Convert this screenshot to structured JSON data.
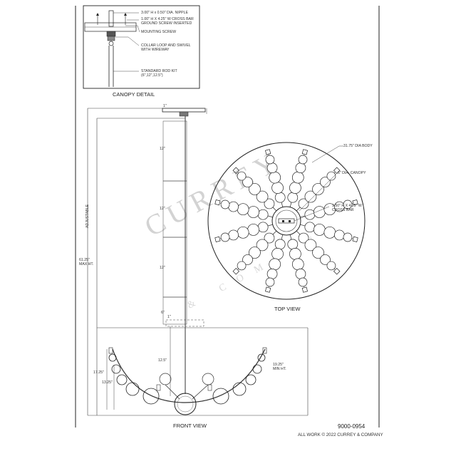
{
  "canopy_detail": {
    "title": "CANOPY DETAIL",
    "callouts": [
      "3.00\" H x 0.50\" DIA. NIPPLE",
      "1.00\" H X 4.25\" W CROSS BAR",
      "GROUND SCREW INSERTED",
      "MOUNTING SCREW",
      "COLLAR LOOP AND SWIVEL",
      "WITH WIREWAY",
      "STANDARD ROD KIT",
      "(6\",12\",12.5\")"
    ]
  },
  "front_view": {
    "title": "FRONT VIEW",
    "dims": {
      "canopy_gap": "1\"",
      "rod_1": "12\"",
      "rod_2": "12\"",
      "rod_3": "12\"",
      "rod_short": "6\"",
      "short_gap": "1\"",
      "rod_lower": "12.5\"",
      "adjustable": "ADJUSTABLE",
      "max_ht_1": "61.25\"",
      "max_ht_2": "MAX HT.",
      "h1": "17.25\"",
      "h2": "13.25\"",
      "min_ht_1": "19.25\"",
      "min_ht_2": "MIN HT."
    }
  },
  "top_view": {
    "title": "TOP VIEW",
    "callouts": [
      "31.75\" DIA BODY",
      "6\" DIA. CANOPY",
      "1.50\" H X 4.25\" W",
      "CROSS BAR"
    ]
  },
  "title_block": {
    "part_number": "9000-0954",
    "copyright": "ALL WORK © 2022 CURREY & COMPANY"
  },
  "watermark": {
    "text": "CURREY",
    "sub": "& COMPANY"
  }
}
